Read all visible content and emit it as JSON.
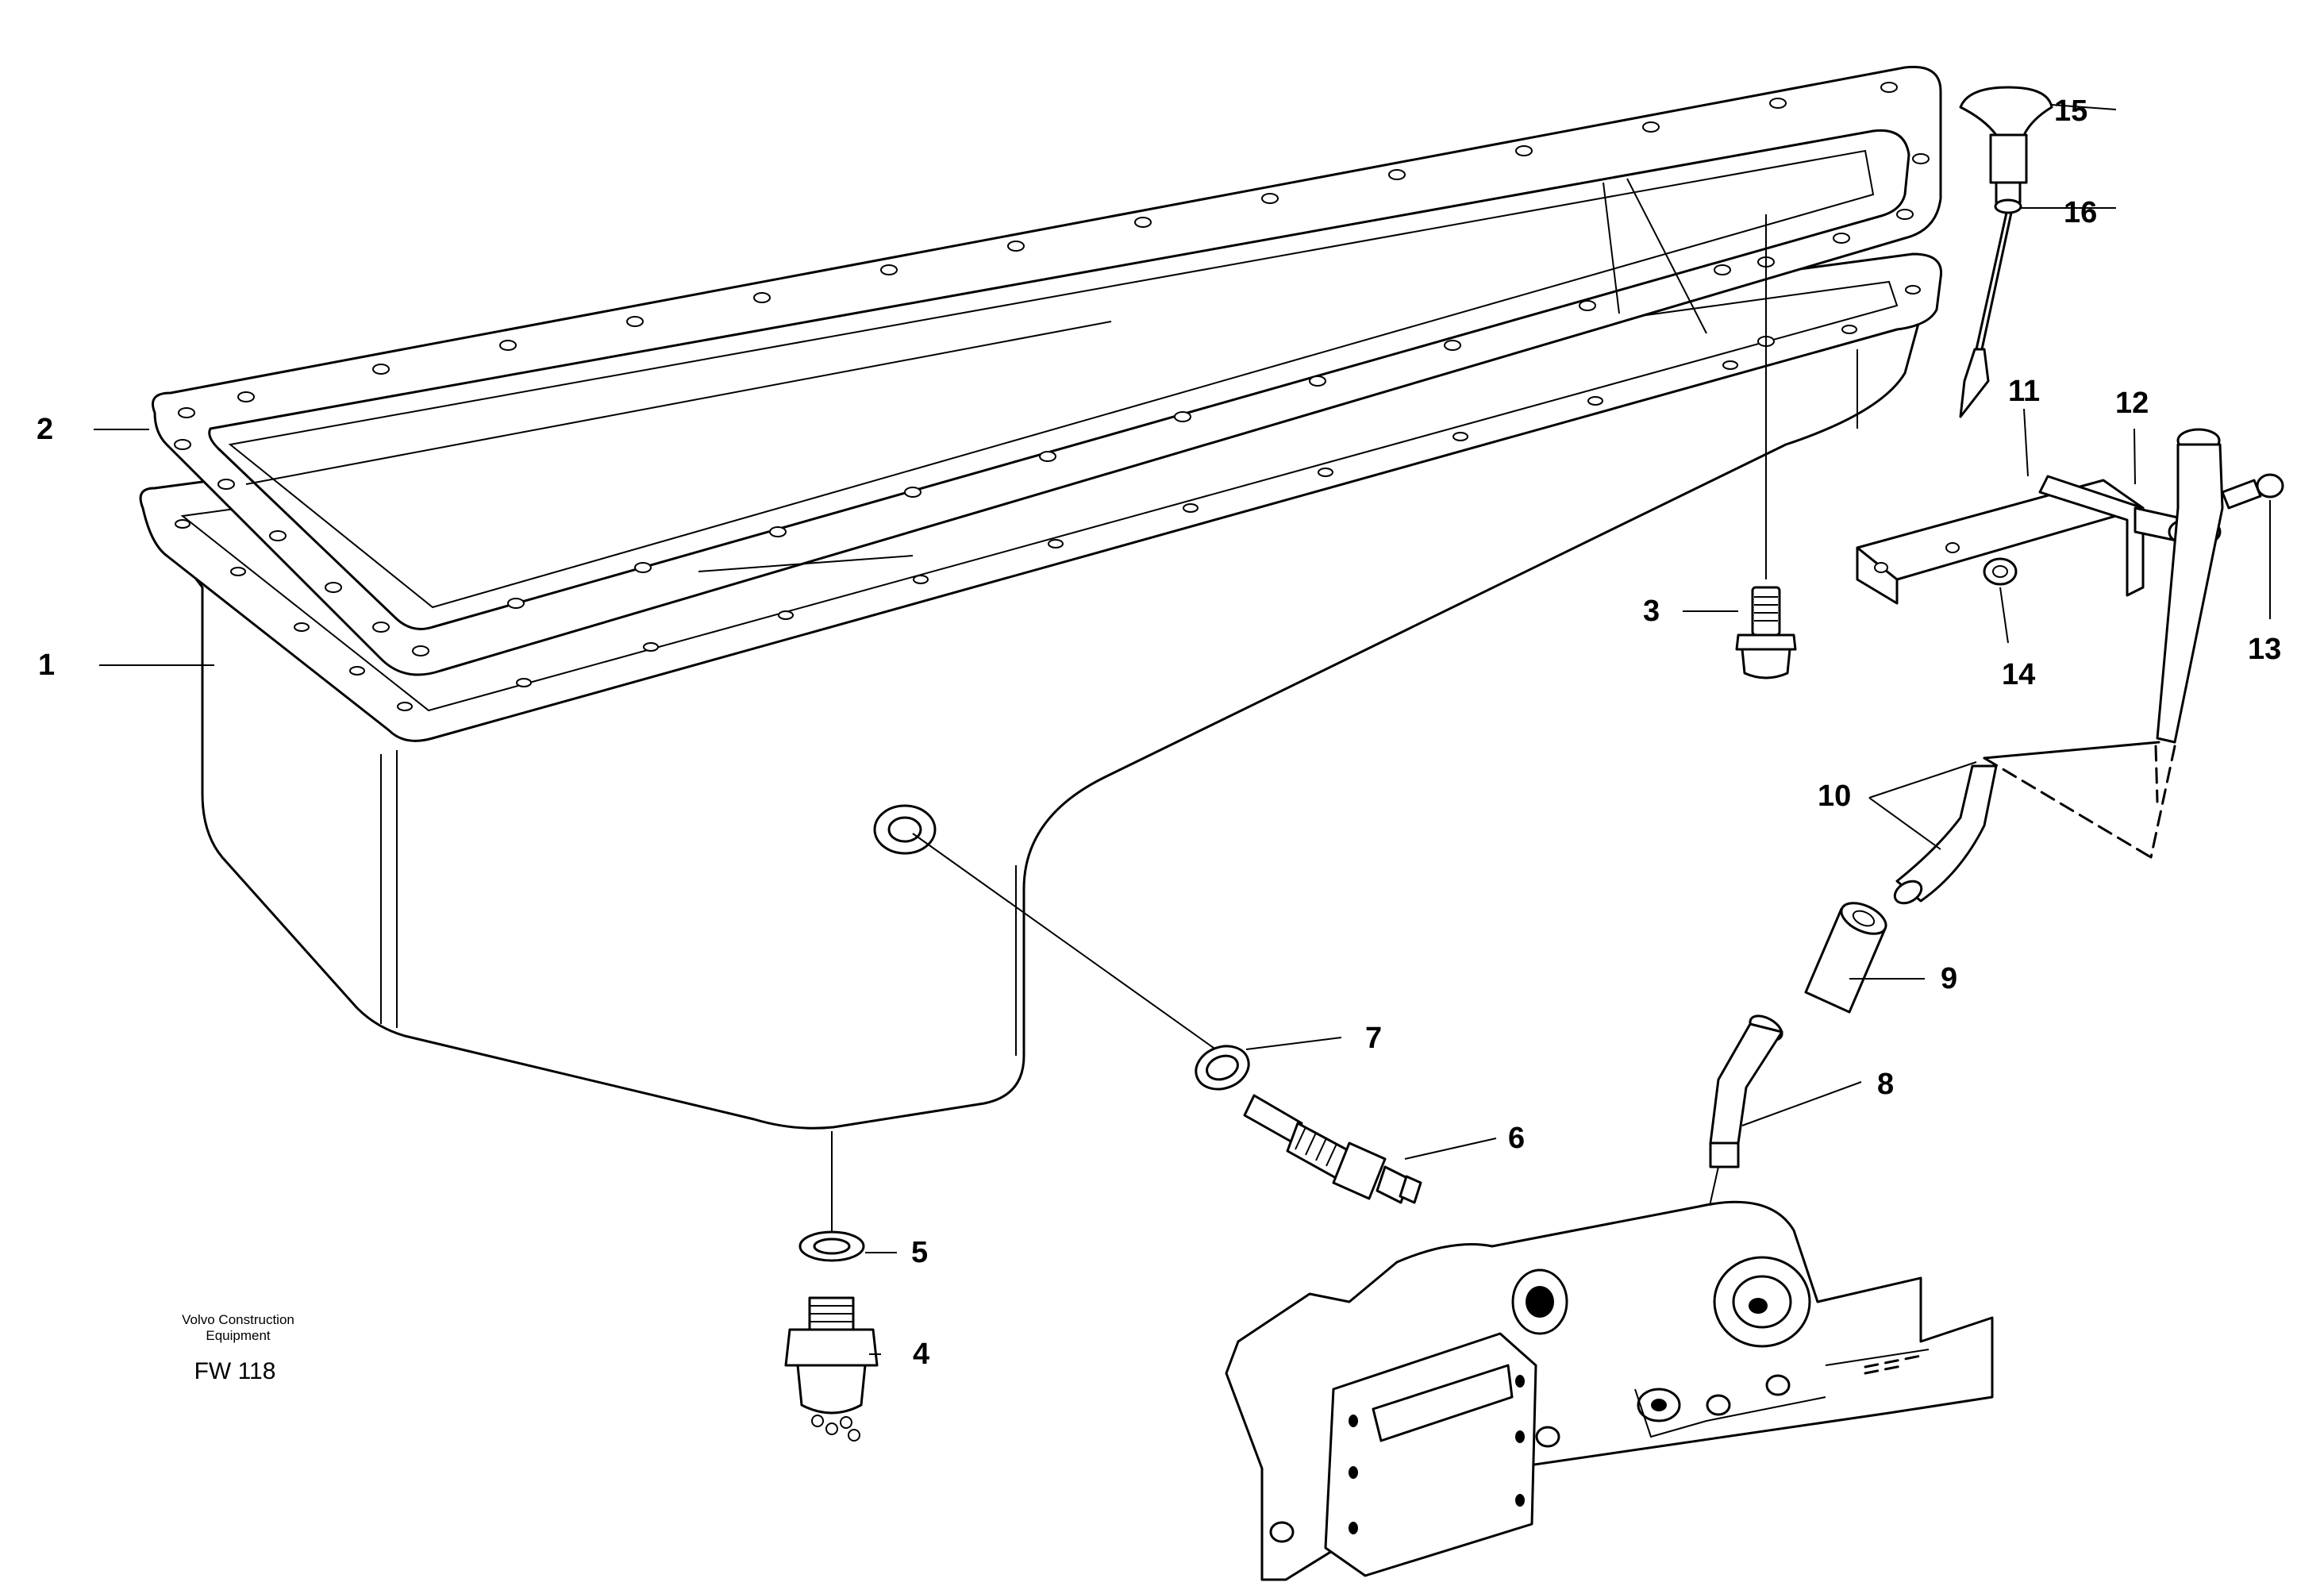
{
  "callouts": [
    {
      "num": "1",
      "part": "oil-sump"
    },
    {
      "num": "2",
      "part": "sump-gasket"
    },
    {
      "num": "3",
      "part": "flange-screw"
    },
    {
      "num": "4",
      "part": "drain-plug"
    },
    {
      "num": "5",
      "part": "drain-washer"
    },
    {
      "num": "6",
      "part": "oil-level-sensor"
    },
    {
      "num": "7",
      "part": "sensor-washer"
    },
    {
      "num": "8",
      "part": "lower-dipstick-tube"
    },
    {
      "num": "9",
      "part": "tube-connector"
    },
    {
      "num": "10",
      "part": "upper-dipstick-tube"
    },
    {
      "num": "11",
      "part": "bracket"
    },
    {
      "num": "12",
      "part": "tube-clamp"
    },
    {
      "num": "13",
      "part": "clamp-screw"
    },
    {
      "num": "14",
      "part": "bracket-nut"
    },
    {
      "num": "15",
      "part": "dipstick-handle"
    },
    {
      "num": "16",
      "part": "dipstick"
    }
  ],
  "credit": {
    "line1": "Volvo Construction",
    "line2": "Equipment",
    "code": "FW 118"
  }
}
